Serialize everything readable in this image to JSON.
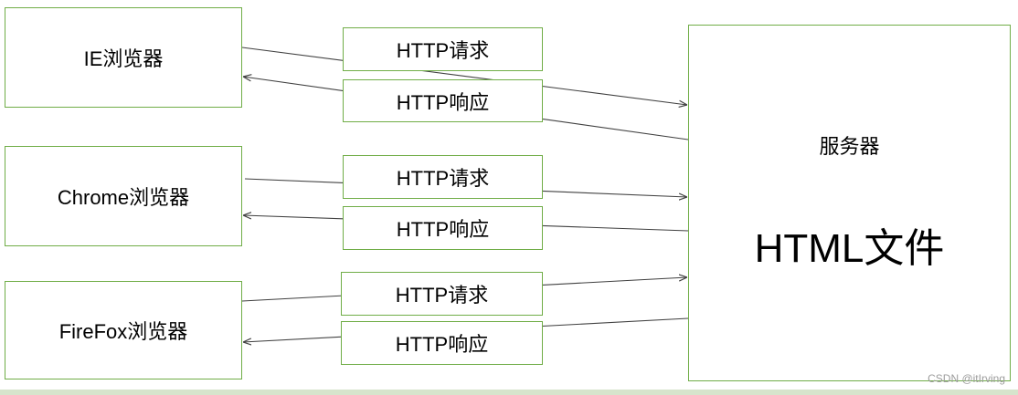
{
  "rows": [
    {
      "browser": "IE浏览器",
      "request": "HTTP请求",
      "response": "HTTP响应"
    },
    {
      "browser": "Chrome浏览器",
      "request": "HTTP请求",
      "response": "HTTP响应"
    },
    {
      "browser": "FireFox浏览器",
      "request": "HTTP请求",
      "response": "HTTP响应"
    }
  ],
  "server": {
    "title": "服务器",
    "file": "HTML文件"
  },
  "watermark": "CSDN @itIrving",
  "colors": {
    "box_border": "#70ad47",
    "edge_line": "#404040",
    "bottom_strip": "#d7e4cc",
    "watermark_text": "#9c9c9c"
  }
}
